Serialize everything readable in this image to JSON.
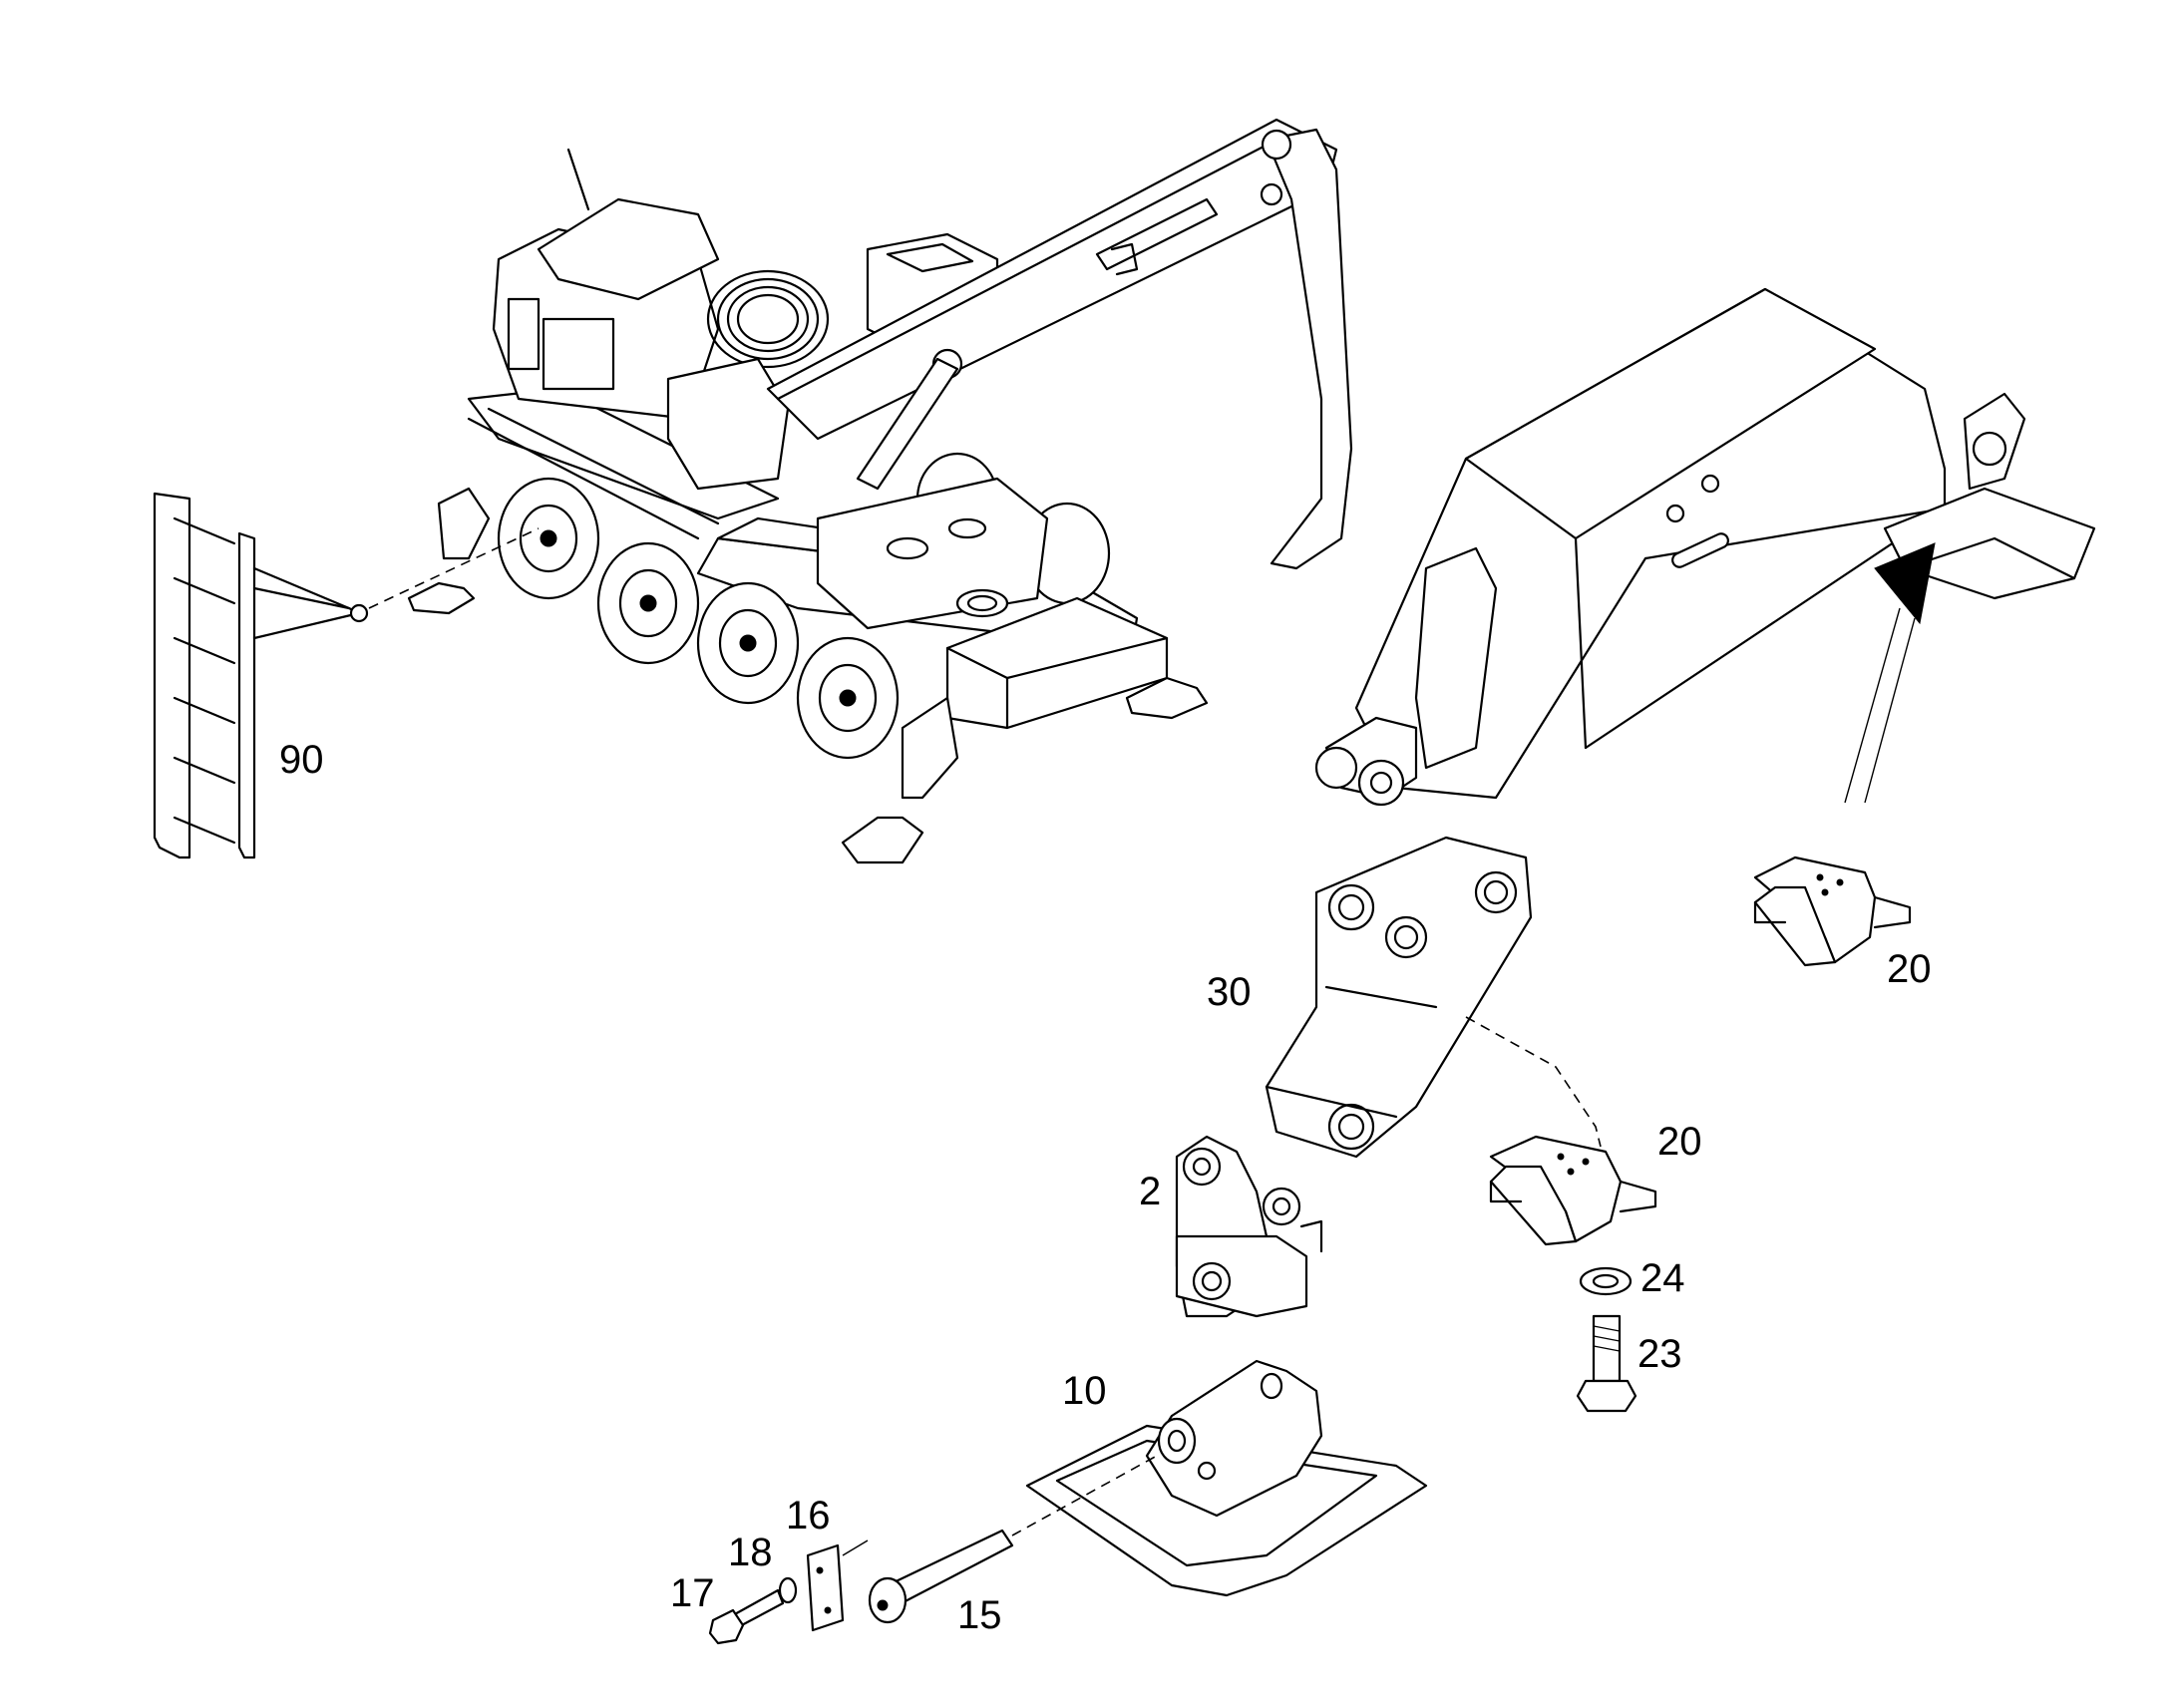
{
  "callouts": {
    "c90": "90",
    "c30": "30",
    "c20_upper": "20",
    "c20_lower": "20",
    "c2": "2",
    "c24": "24",
    "c23": "23",
    "c10": "10",
    "c16": "16",
    "c18": "18",
    "c17": "17",
    "c15": "15"
  },
  "parts": [
    {
      "ref": "90",
      "depicts": "ladder-assembly"
    },
    {
      "ref": "30",
      "depicts": "outrigger-link-plate"
    },
    {
      "ref": "20",
      "depicts": "bracket"
    },
    {
      "ref": "2",
      "depicts": "hinge-block"
    },
    {
      "ref": "24",
      "depicts": "washer"
    },
    {
      "ref": "23",
      "depicts": "hex-bolt"
    },
    {
      "ref": "10",
      "depicts": "outrigger-pad"
    },
    {
      "ref": "16",
      "depicts": "locking-plate"
    },
    {
      "ref": "18",
      "depicts": "lock-washer"
    },
    {
      "ref": "17",
      "depicts": "bolt"
    },
    {
      "ref": "15",
      "depicts": "pin"
    }
  ],
  "colors": {
    "line": "#000000",
    "background": "#ffffff"
  }
}
